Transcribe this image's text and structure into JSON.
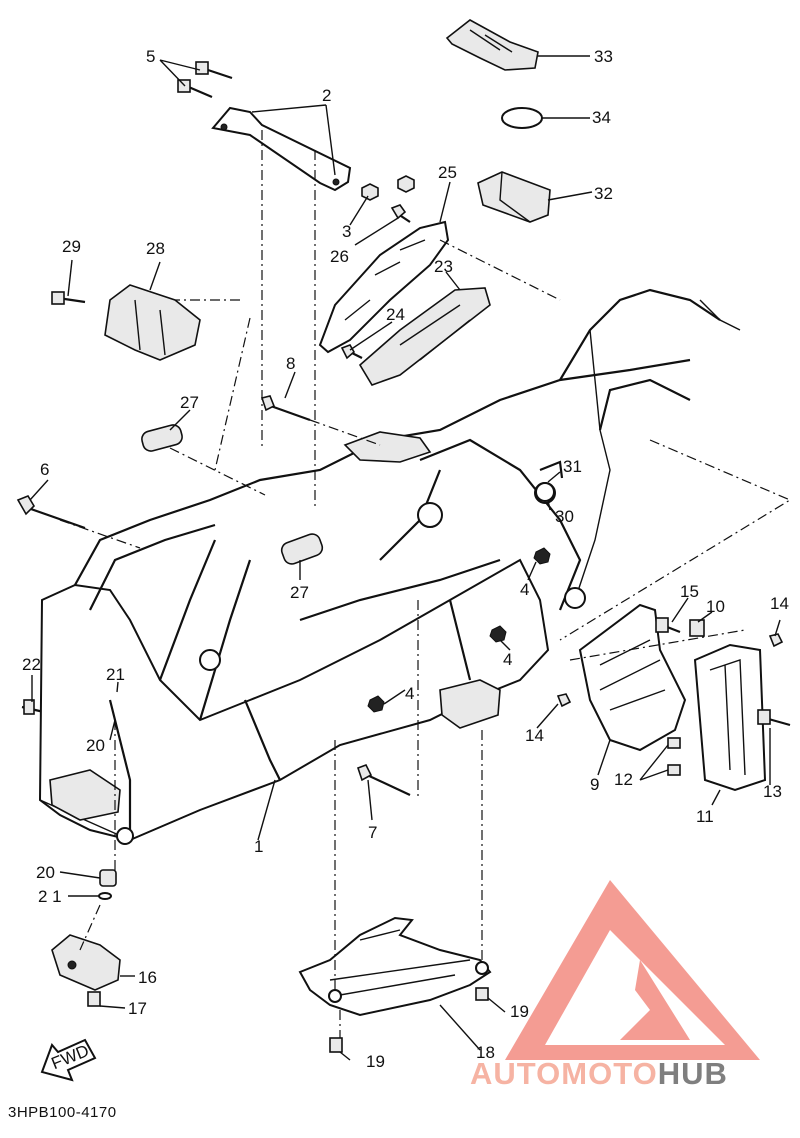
{
  "diagram": {
    "document_code": "3HPB100-4170",
    "fwd_label": "FWD",
    "watermark": {
      "brand_part1": "AUTOMOTO",
      "brand_part2": "HUB",
      "color_primary": "#f28b80",
      "color_text": "#7f7f7f"
    },
    "callouts": [
      {
        "id": "c1",
        "label": "1"
      },
      {
        "id": "c2",
        "label": "2"
      },
      {
        "id": "c3",
        "label": "3"
      },
      {
        "id": "c4a",
        "label": "4"
      },
      {
        "id": "c4b",
        "label": "4"
      },
      {
        "id": "c4c",
        "label": "4"
      },
      {
        "id": "c5",
        "label": "5"
      },
      {
        "id": "c6",
        "label": "6"
      },
      {
        "id": "c7",
        "label": "7"
      },
      {
        "id": "c8",
        "label": "8"
      },
      {
        "id": "c9",
        "label": "9"
      },
      {
        "id": "c10",
        "label": "10"
      },
      {
        "id": "c11",
        "label": "11"
      },
      {
        "id": "c12",
        "label": "12"
      },
      {
        "id": "c13",
        "label": "13"
      },
      {
        "id": "c14a",
        "label": "14"
      },
      {
        "id": "c14b",
        "label": "14"
      },
      {
        "id": "c15",
        "label": "15"
      },
      {
        "id": "c16",
        "label": "16"
      },
      {
        "id": "c17",
        "label": "17"
      },
      {
        "id": "c18",
        "label": "18"
      },
      {
        "id": "c19a",
        "label": "19"
      },
      {
        "id": "c19b",
        "label": "19"
      },
      {
        "id": "c20a",
        "label": "20"
      },
      {
        "id": "c20b",
        "label": "20"
      },
      {
        "id": "c21a",
        "label": "21"
      },
      {
        "id": "c21b",
        "label": "2 1"
      },
      {
        "id": "c22",
        "label": "22"
      },
      {
        "id": "c23",
        "label": "23"
      },
      {
        "id": "c24",
        "label": "24"
      },
      {
        "id": "c25",
        "label": "25"
      },
      {
        "id": "c26",
        "label": "26"
      },
      {
        "id": "c27a",
        "label": "27"
      },
      {
        "id": "c27b",
        "label": "27"
      },
      {
        "id": "c28",
        "label": "28"
      },
      {
        "id": "c29",
        "label": "29"
      },
      {
        "id": "c30",
        "label": "30"
      },
      {
        "id": "c31",
        "label": "31"
      },
      {
        "id": "c32",
        "label": "32"
      },
      {
        "id": "c33",
        "label": "33"
      },
      {
        "id": "c34",
        "label": "34"
      }
    ]
  }
}
